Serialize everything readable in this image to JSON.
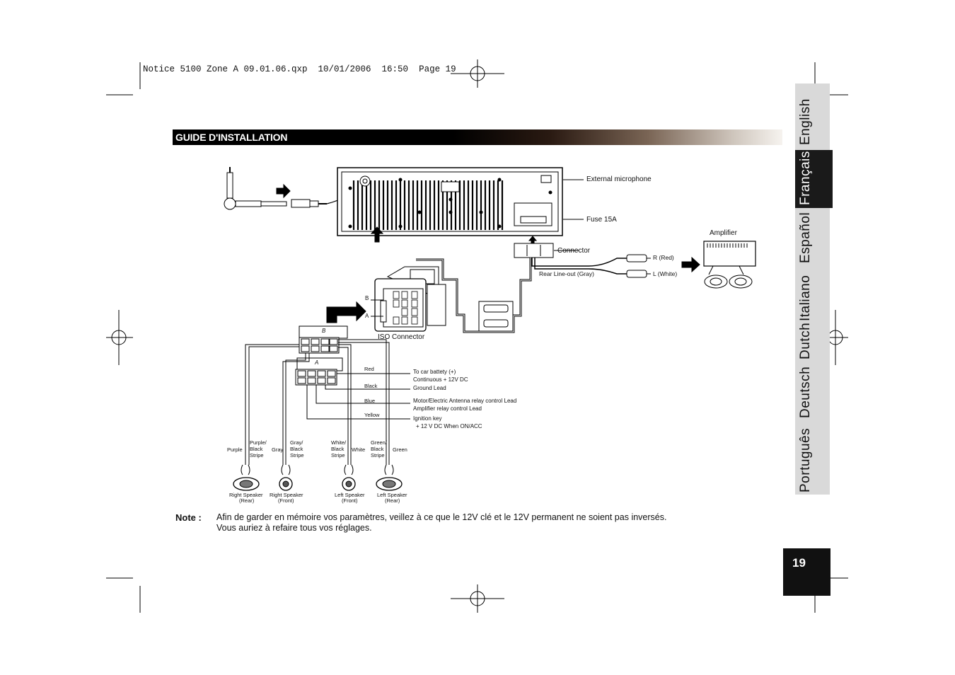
{
  "slug": "Notice 5100 Zone A 09.01.06.qxp  10/01/2006  16:50  Page 19",
  "header": {
    "title": "GUIDE D'INSTALLATION"
  },
  "languages": {
    "items": [
      "Português",
      "Deutsch",
      "Dutch",
      "Italiano",
      "Español",
      "Français",
      "English"
    ],
    "active": "Français"
  },
  "page_number": "19",
  "diagram": {
    "external_microphone": "External microphone",
    "fuse": "Fuse 15A",
    "connector": "Connector",
    "amplifier": "Amplifier",
    "r_red": "R (Red)",
    "l_white": "L (White)",
    "rear_line_out": "Rear Line-out (Gray)",
    "iso_connector": "ISO Connector",
    "iso_b": "B",
    "iso_a": "A",
    "block_b": "B",
    "block_a": "A",
    "wires": {
      "red": "Red",
      "black": "Black",
      "blue": "Blue",
      "yellow": "Yellow",
      "red_desc_1": "To car battety (+)",
      "red_desc_2": "Continuous  + 12V DC",
      "black_desc": "Ground Lead",
      "blue_desc_1": "Motor/Electric Antenna relay control Lead",
      "blue_desc_2": "Amplifier relay control Lead",
      "yellow_desc_1": "Ignition key",
      "yellow_desc_2": "+ 12 V DC When  ON/ACC"
    },
    "speaker_wires": {
      "purple": "Purple",
      "purple_black_1": "Purple/",
      "purple_black_2": "Black",
      "purple_black_3": "Stripe",
      "gray": "Gray",
      "gray_black_1": "Gray/",
      "gray_black_2": "Black",
      "gray_black_3": "Stripe",
      "white_black_1": "White/",
      "white_black_2": "Black",
      "white_black_3": "Stripe",
      "white": "White",
      "green_black_1": "Green/",
      "green_black_2": "Black",
      "green_black_3": "Stripe",
      "green": "Green"
    },
    "speakers": {
      "right_rear_1": "Right Speaker",
      "right_rear_2": "(Rear)",
      "right_front_1": "Right Speaker",
      "right_front_2": "(Front)",
      "left_front_1": "Left Speaker",
      "left_front_2": "(Front)",
      "left_rear_1": "Left Speaker",
      "left_rear_2": "(Rear)"
    }
  },
  "note": {
    "label": "Note :",
    "line1": "Afin de garder en mémoire vos paramètres, veillez à ce que le 12V clé et le 12V permanent ne soient pas inversés.",
    "line2": "Vous auriez à refaire tous vos réglages."
  }
}
